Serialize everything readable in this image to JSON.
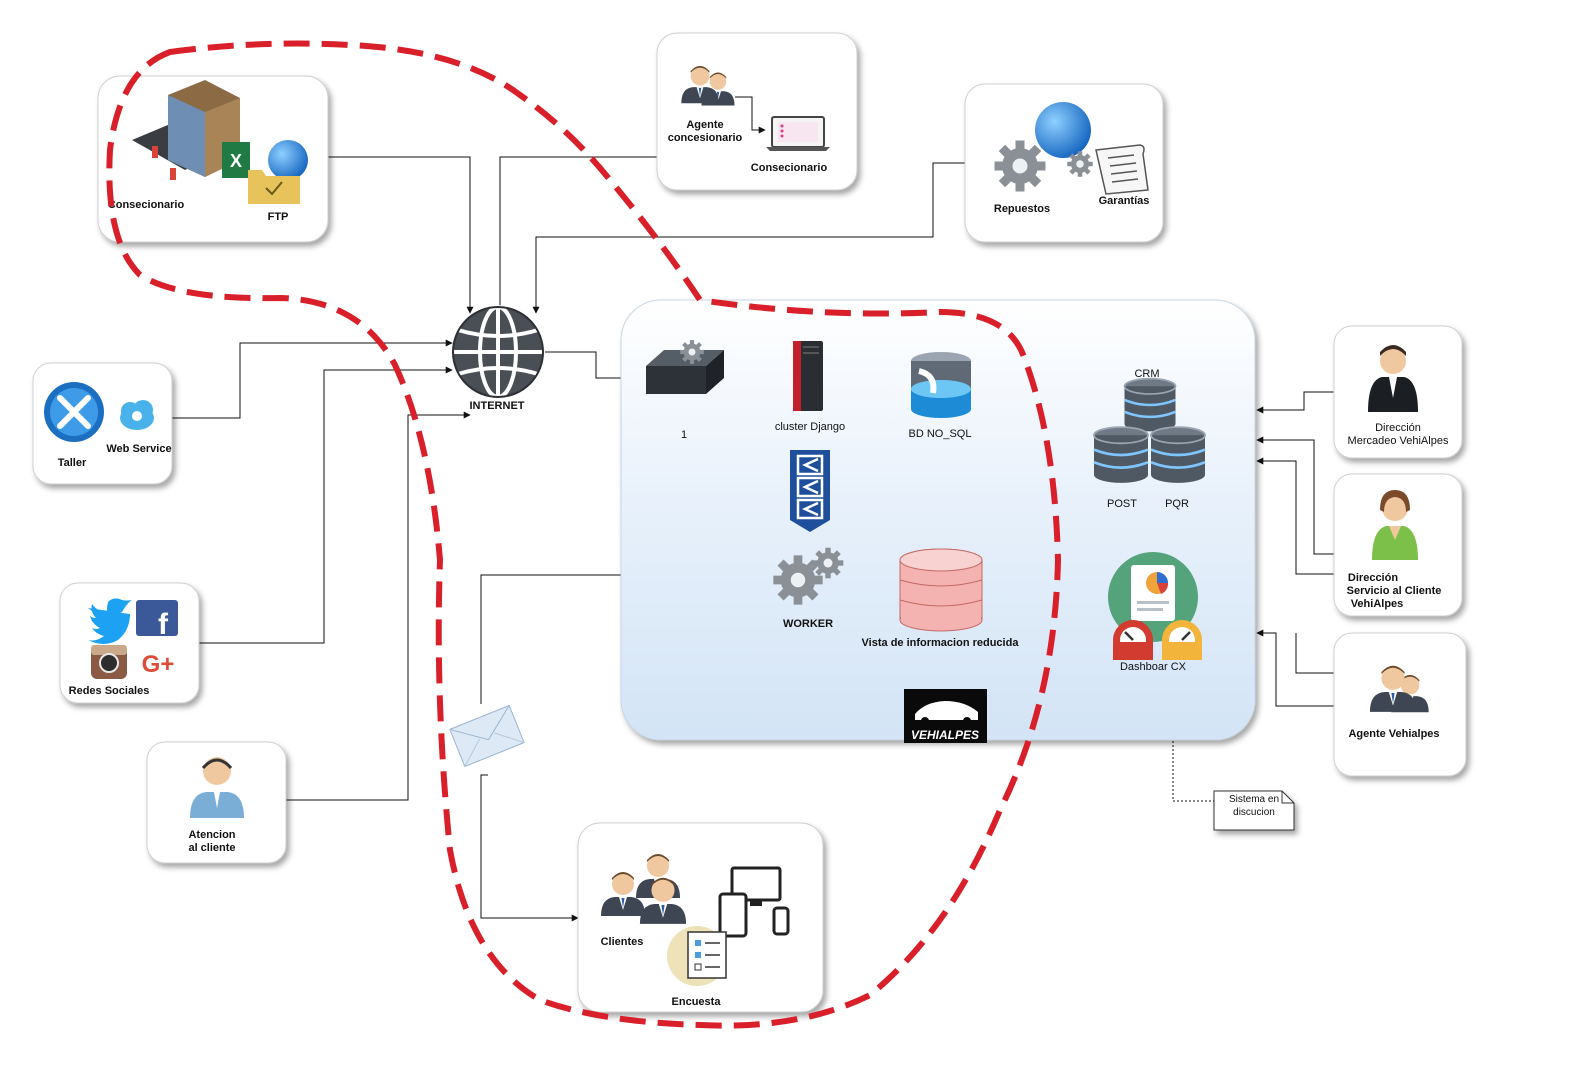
{
  "nodes": {
    "concesionario_ftp": {
      "label1": "Consecionario",
      "label2": "FTP"
    },
    "agente_concesionario": {
      "label1": "Agente",
      "label2": "concesionario",
      "label3": "Consecionario"
    },
    "repuestos_garantias": {
      "label1": "Repuestos",
      "label2": "Garantías"
    },
    "internet": {
      "label": "INTERNET"
    },
    "taller": {
      "label1": "Taller",
      "label2": "Web Service"
    },
    "redes_sociales": {
      "label": "Redes Sociales"
    },
    "atencion_cliente": {
      "label1": "Atencion",
      "label2": "al cliente"
    },
    "clientes": {
      "label1": "Clientes",
      "label2": "Encuesta"
    },
    "direccion_mercadeo": {
      "label1": "Dirección",
      "label2": "Mercadeo VehiAlpes"
    },
    "direccion_servicio": {
      "label1": "Dirección",
      "label2": "Servicio al Cliente",
      "label3": "VehiAlpes"
    },
    "agente_vehialpes": {
      "label": "Agente Vehialpes"
    }
  },
  "system": {
    "server_label": "1",
    "cluster_label": "cluster Django",
    "bd_label": "BD NO_SQL",
    "crm_label": "CRM",
    "post_label": "POST",
    "pqr_label": "PQR",
    "worker_label": "WORKER",
    "vista_label": "Vista de informacion reducida",
    "dashboard_label": "Dashboar CX",
    "logo_text": "VEHIALPES"
  },
  "note": {
    "line1": "Sistema en",
    "line2": "discucion"
  },
  "colors": {
    "dashed_boundary": "#d9202a",
    "panel_top": "#ffffff",
    "panel_bottom": "#d6e6f7"
  }
}
